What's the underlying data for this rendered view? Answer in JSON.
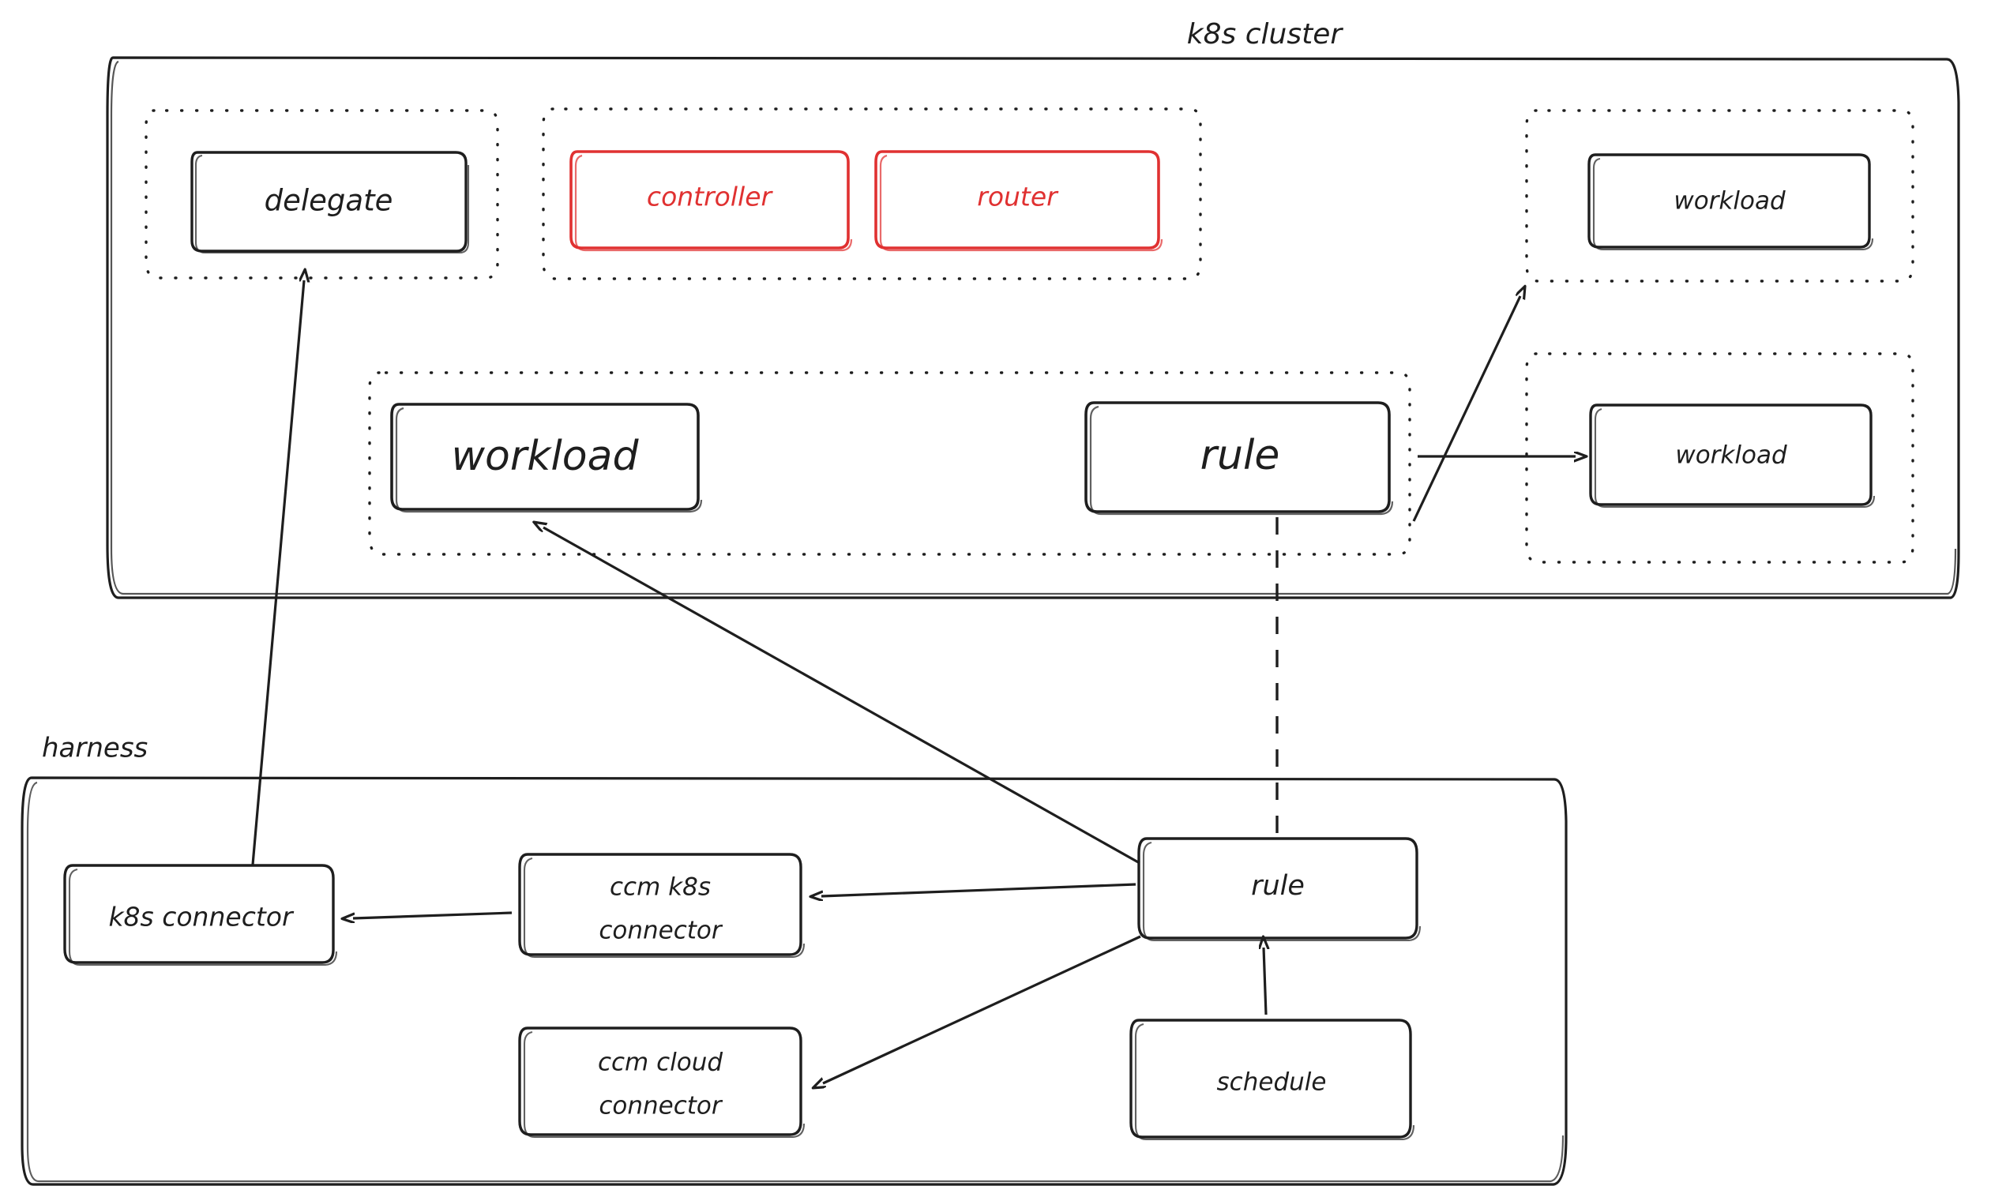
{
  "diagram": {
    "title_k8s": "k8s cluster",
    "title_harness": "harness",
    "accent_red": "#e03131",
    "stroke_black": "#1e1e1e",
    "background": "#ffffff"
  },
  "k8s_cluster": {
    "label": "k8s cluster",
    "groups": [
      {
        "name": "delegate-group",
        "nodes": [
          {
            "label": "delegate",
            "color": "#1e1e1e"
          }
        ]
      },
      {
        "name": "controller-router-group",
        "nodes": [
          {
            "label": "controller",
            "color": "#e03131"
          },
          {
            "label": "router",
            "color": "#e03131"
          }
        ]
      },
      {
        "name": "workload-top-right-group",
        "nodes": [
          {
            "label": "workload",
            "color": "#1e1e1e"
          }
        ]
      },
      {
        "name": "workload-rule-group",
        "nodes": [
          {
            "label": "workload",
            "color": "#1e1e1e"
          },
          {
            "label": "rule",
            "color": "#1e1e1e"
          }
        ]
      },
      {
        "name": "workload-bottom-right-group",
        "nodes": [
          {
            "label": "workload",
            "color": "#1e1e1e"
          }
        ]
      }
    ]
  },
  "harness": {
    "label": "harness",
    "nodes": [
      {
        "name": "k8s-connector",
        "label": "k8s connector"
      },
      {
        "name": "ccm-k8s-connector",
        "label_line1": "ccm k8s",
        "label_line2": "connector"
      },
      {
        "name": "ccm-cloud-connector",
        "label_line1": "ccm cloud",
        "label_line2": "connector"
      },
      {
        "name": "rule",
        "label": "rule"
      },
      {
        "name": "schedule",
        "label": "schedule"
      }
    ]
  },
  "edges": [
    {
      "from": "harness.rule",
      "to": "k8s.workload-rule-group.workload",
      "style": "solid-arrow"
    },
    {
      "from": "harness.rule",
      "to": "harness.ccm-k8s-connector",
      "style": "solid-arrow"
    },
    {
      "from": "harness.rule",
      "to": "harness.ccm-cloud-connector",
      "style": "solid-arrow"
    },
    {
      "from": "harness.ccm-k8s-connector",
      "to": "harness.k8s-connector",
      "style": "solid-arrow"
    },
    {
      "from": "harness.schedule",
      "to": "harness.rule",
      "style": "solid-arrow"
    },
    {
      "from": "harness.k8s-connector",
      "to": "k8s.delegate-group",
      "style": "solid-arrow"
    },
    {
      "from": "k8s.rule",
      "to": "k8s.workload-top-right-group",
      "style": "solid-arrow"
    },
    {
      "from": "k8s.rule",
      "to": "k8s.workload-bottom-right-group",
      "style": "solid-arrow"
    },
    {
      "from": "k8s.rule",
      "to": "harness.rule",
      "style": "dashed-line"
    }
  ]
}
